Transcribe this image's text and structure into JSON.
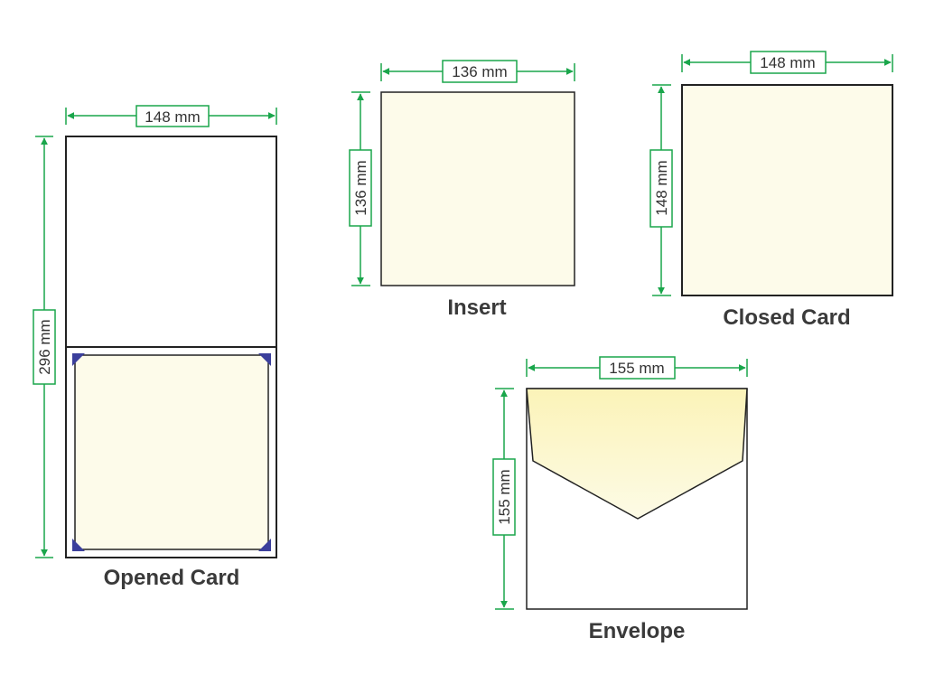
{
  "colors": {
    "dimension": "#1aa64b",
    "outline": "#222222",
    "cream": "#fdfbea",
    "flap": "#fbf7c8",
    "corner": "#3b3f9c",
    "caption": "#3a3a3a"
  },
  "opened_card": {
    "caption": "Opened Card",
    "width_label": "148 mm",
    "height_label": "296 mm"
  },
  "insert": {
    "caption": "Insert",
    "width_label": "136 mm",
    "height_label": "136 mm"
  },
  "closed_card": {
    "caption": "Closed Card",
    "width_label": "148 mm",
    "height_label": "148 mm"
  },
  "envelope": {
    "caption": "Envelope",
    "width_label": "155 mm",
    "height_label": "155 mm"
  }
}
